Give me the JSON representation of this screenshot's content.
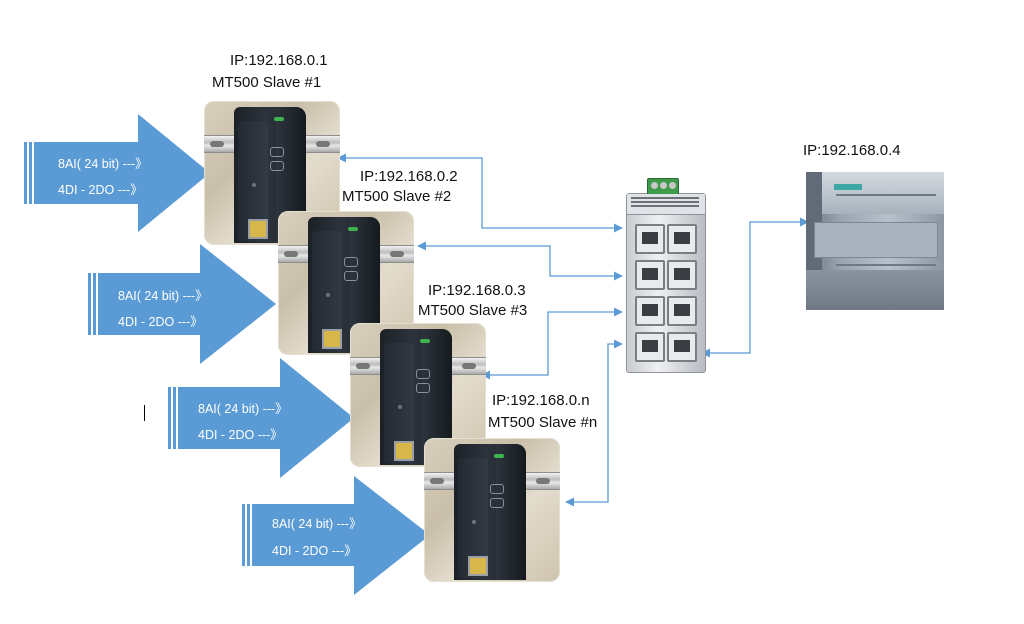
{
  "slaves": [
    {
      "ip": "IP:192.168.0.1",
      "name": "MT500 Slave #1",
      "line1": "8AI( 24 bit) ---》",
      "line2": "4DI - 2DO   ---》"
    },
    {
      "ip": "IP:192.168.0.2",
      "name": "MT500 Slave #2",
      "line1": "8AI( 24 bit) ---》",
      "line2": "4DI - 2DO   ---》"
    },
    {
      "ip": "IP:192.168.0.3",
      "name": "MT500 Slave #3",
      "line1": "8AI( 24 bit) ---》",
      "line2": "4DI - 2DO   ---》"
    },
    {
      "ip": "IP:192.168.0.n",
      "name": "MT500 Slave #n",
      "line1": "8AI( 24 bit) ---》",
      "line2": "4DI - 2DO   ---》"
    }
  ],
  "plc": {
    "ip": "IP:192.168.0.4",
    "icon": "siemens-plc-icon"
  },
  "switch": {
    "icon": "ethernet-switch-icon"
  },
  "colors": {
    "arrow": "#5b9bd5",
    "connector": "#5b9bd5",
    "text": "#111111"
  }
}
